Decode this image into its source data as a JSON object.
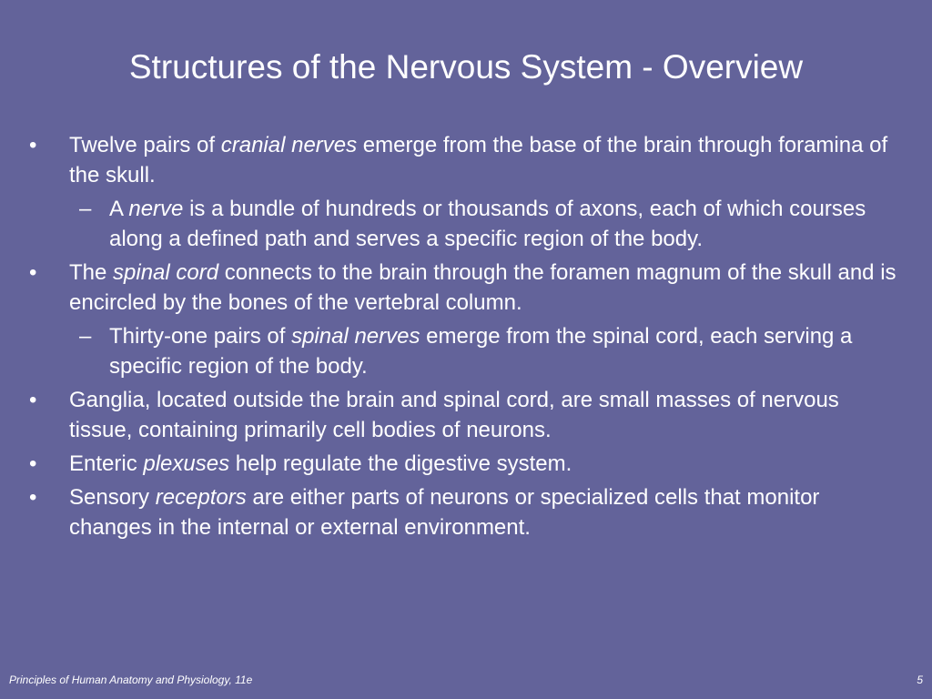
{
  "slide": {
    "title": "Structures of the Nervous System - Overview",
    "bullet_marker": "•",
    "sub_marker": "–",
    "bullets": [
      {
        "level": 1,
        "pre": "Twelve pairs of ",
        "em": "cranial nerves",
        "post": " emerge from the base of the brain through foramina of the skull."
      },
      {
        "level": 2,
        "pre": "A ",
        "em": "nerve",
        "post": " is a bundle of hundreds or thousands of axons, each of which courses along a defined path and serves a specific region of the body."
      },
      {
        "level": 1,
        "pre": "The ",
        "em": "spinal cord",
        "post": " connects to the brain through the foramen magnum of the skull and is encircled by the bones of the vertebral column."
      },
      {
        "level": 2,
        "pre": "Thirty-one pairs of ",
        "em": "spinal nerves",
        "post": " emerge from the spinal cord, each serving a specific region of the body."
      },
      {
        "level": 1,
        "pre": "Ganglia, located outside the brain and spinal cord, are small masses of nervous tissue, containing primarily cell bodies of neurons.",
        "em": "",
        "post": ""
      },
      {
        "level": 1,
        "pre": "Enteric ",
        "em": "plexuses",
        "post": " help regulate the digestive system."
      },
      {
        "level": 1,
        "pre": "Sensory ",
        "em": "receptors",
        "post": " are either parts of neurons or specialized cells that monitor changes in the internal or external environment."
      }
    ]
  },
  "footer": {
    "source": "Principles of Human Anatomy and Physiology, 11e",
    "page_number": "5"
  },
  "colors": {
    "background": "#63639a",
    "text": "#ffffff"
  }
}
